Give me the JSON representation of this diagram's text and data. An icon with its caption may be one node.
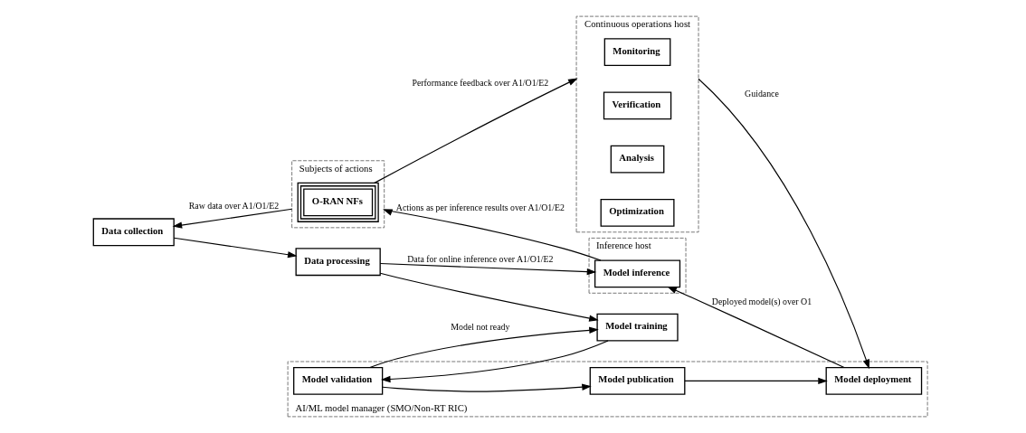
{
  "diagram": {
    "nodes": [
      {
        "text": [
          "Data collection"
        ]
      },
      {
        "text": [
          "Data processing"
        ]
      },
      {
        "text": [
          "Model training"
        ]
      },
      {
        "text": [
          "AI/ML model manager (SMO/Non-RT RIC)"
        ]
      },
      {
        "text": [
          "Model validation"
        ],
        "in": 3
      },
      {
        "text": [
          "Model publication"
        ],
        "in": 3
      },
      {
        "text": [
          "Model deployment"
        ],
        "in": 3
      },
      {
        "text": [
          "Continuous operations host"
        ]
      },
      {
        "text": [
          "Monitoring"
        ],
        "in": 7
      },
      {
        "text": [
          "Verification"
        ],
        "in": 7
      },
      {
        "text": [
          "Analysis"
        ],
        "in": 7
      },
      {
        "text": [
          "Optimization"
        ],
        "in": 7
      },
      {
        "text": [
          "Inference host"
        ]
      },
      {
        "text": [
          "Model inference"
        ],
        "in": 12
      },
      {
        "text": [
          "Subjects of actions"
        ]
      },
      {
        "text": [
          "O-RAN NFs"
        ],
        "in": 14
      }
    ],
    "edges": [
      {
        "from": 0,
        "to": 1,
        "arrow": "to"
      },
      {
        "from": 1,
        "to": 2,
        "arrow": "to"
      },
      {
        "from": 2,
        "to": 4,
        "arrow": "to"
      },
      {
        "from": 4,
        "to": 5,
        "arrow": "to"
      },
      {
        "from": 5,
        "to": 6,
        "arrow": "to"
      },
      {
        "from": 4,
        "to": 2,
        "arrow": "to",
        "label": "Model not ready"
      },
      {
        "from": 7,
        "to": 6,
        "arrow": "to",
        "label": "Guidance"
      },
      {
        "from": 1,
        "to": 13,
        "arrow": "to",
        "label": "Data for online inference over A1/O1/E2"
      },
      {
        "from": 6,
        "to": 13,
        "arrow": "to",
        "label": "Deployed model(s) over O1"
      },
      {
        "from": 13,
        "to": 14,
        "arrow": "to",
        "label": "Actions as per inference results over A1/O1/E2"
      },
      {
        "from": 14,
        "to": 0,
        "arrow": "to",
        "label": "Raw data over A1/O1/E2"
      },
      {
        "from": 15,
        "to": 7,
        "arrow": "to",
        "label": "Performance feedback over A1/O1/E2"
      }
    ]
  }
}
